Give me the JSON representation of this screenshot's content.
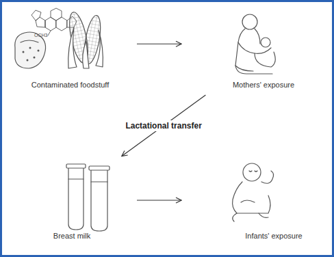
{
  "diagram": {
    "nodes": [
      {
        "text": [
          "Contaminated foodstuff"
        ]
      },
      {
        "text": [
          "Mothers' exposure"
        ]
      },
      {
        "text": [
          "Breast milk"
        ]
      },
      {
        "text": [
          "Infants' exposure"
        ]
      }
    ],
    "edges": [
      {
        "from": 0,
        "to": 1,
        "arrow": "to"
      },
      {
        "from": 1,
        "to": 2,
        "label": "Lactational transfer",
        "arrow": "to"
      },
      {
        "from": 2,
        "to": 3,
        "arrow": "to"
      }
    ],
    "labels": [
      "OCH3"
    ]
  }
}
